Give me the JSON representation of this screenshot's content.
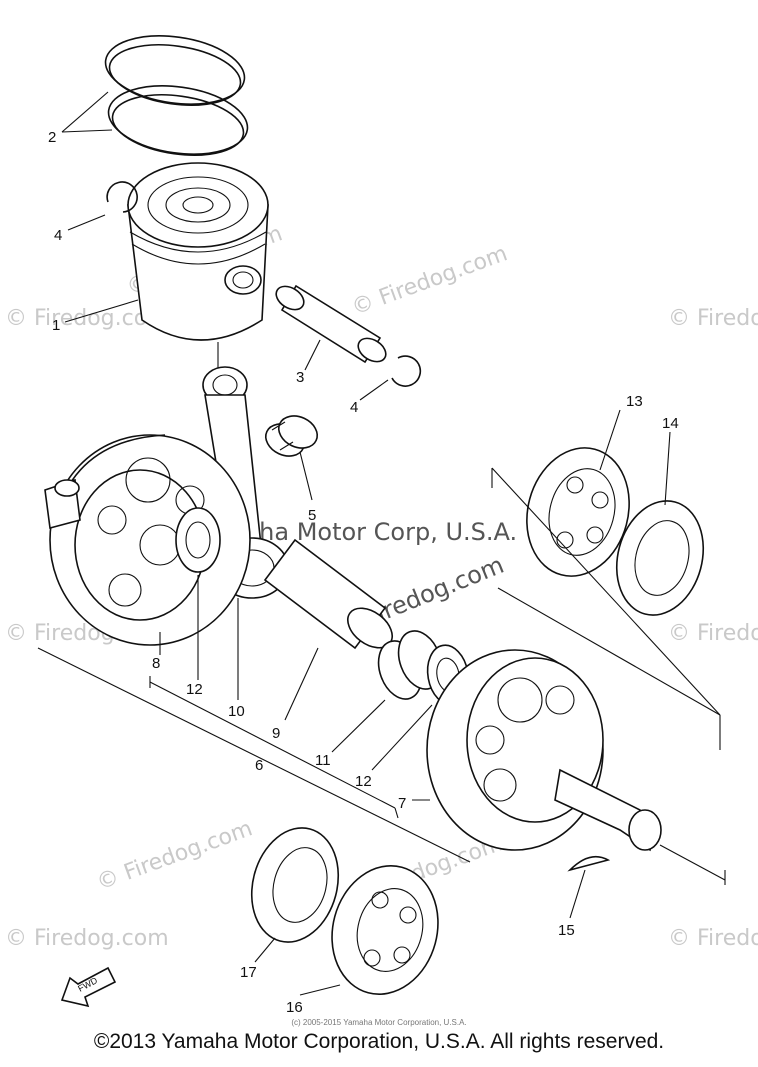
{
  "watermarks": {
    "firedog": "© Firedog.com",
    "yamaha": "Yamaha Motor Corp, U.S.A."
  },
  "callouts": {
    "c1": "1",
    "c2": "2",
    "c3": "3",
    "c4a": "4",
    "c4b": "4",
    "c5": "5",
    "c6": "6",
    "c7": "7",
    "c8": "8",
    "c9": "9",
    "c10": "10",
    "c11": "11",
    "c12a": "12",
    "c12b": "12",
    "c13": "13",
    "c14": "14",
    "c15": "15",
    "c16": "16",
    "c17": "17"
  },
  "fwd_label": "FWD",
  "small_credit": "(c) 2005-2015 Yamaha Motor Corporation, U.S.A.",
  "footer": "©2013 Yamaha Motor Corporation, U.S.A. All rights reserved."
}
